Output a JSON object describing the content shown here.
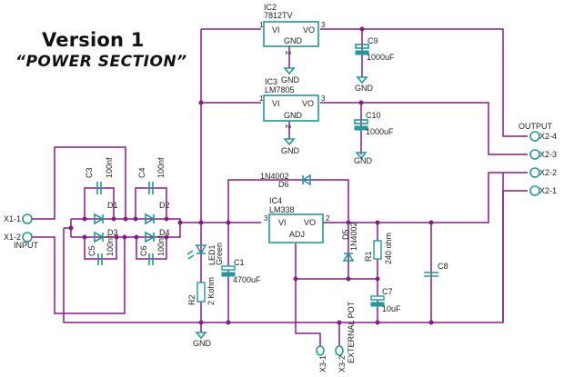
{
  "title": {
    "main": "Version 1",
    "sub": "“POWER SECTION”"
  },
  "colors": {
    "wire": "#8b1a89",
    "component": "#1e9a9a",
    "text": "#222222"
  },
  "components": {
    "ic2": {
      "ref": "IC2",
      "part": "7812TV",
      "vi": "VI",
      "vo": "VO",
      "gnd": "GND",
      "pin1": "1",
      "pin2": "2",
      "pin3": "3"
    },
    "ic3": {
      "ref": "IC3",
      "part": "LM7805",
      "vi": "VI",
      "vo": "VO",
      "gnd": "GND",
      "pin1": "1",
      "pin2": "2",
      "pin3": "3"
    },
    "ic4": {
      "ref": "IC4",
      "part": "LM338",
      "vi": "VI",
      "vo": "VO",
      "adj": "ADJ",
      "pin3": "3",
      "pin2": "2"
    },
    "c9": {
      "ref": "C9",
      "value": "1000uF"
    },
    "c10": {
      "ref": "C10",
      "value": "1000uF"
    },
    "c3": {
      "ref": "C3",
      "value": "100nf"
    },
    "c4": {
      "ref": "C4",
      "value": "100nf"
    },
    "c5": {
      "ref": "C5",
      "value": "100nf"
    },
    "c6": {
      "ref": "C6",
      "value": "100nf"
    },
    "c1": {
      "ref": "C1",
      "value": "4700uF"
    },
    "c7": {
      "ref": "C7",
      "value": "10uF"
    },
    "c8": {
      "ref": "C8"
    },
    "d1": {
      "ref": "D1"
    },
    "d2": {
      "ref": "D2"
    },
    "d3": {
      "ref": "D3"
    },
    "d4": {
      "ref": "D4"
    },
    "d5": {
      "ref": "D5",
      "part": "1N4002"
    },
    "d6": {
      "ref": "D6",
      "part": "1N4002"
    },
    "led1": {
      "ref": "LED1",
      "value": "Green"
    },
    "r1": {
      "ref": "R1",
      "value": "240 ohm"
    },
    "r2": {
      "ref": "R2",
      "value": "2 Kohm"
    },
    "gnd": "GND"
  },
  "connectors": {
    "x1_1": "X1-1",
    "x1_2": "X1-2",
    "input_label": "INPUT",
    "x2_1": "X2-1",
    "x2_2": "X2-2",
    "x2_3": "X2-3",
    "x2_4": "X2-4",
    "output_label": "OUTPUT",
    "x3_1": "X3-1",
    "x3_2": "X3-2",
    "pot_label": "EXTERNAL POT"
  }
}
